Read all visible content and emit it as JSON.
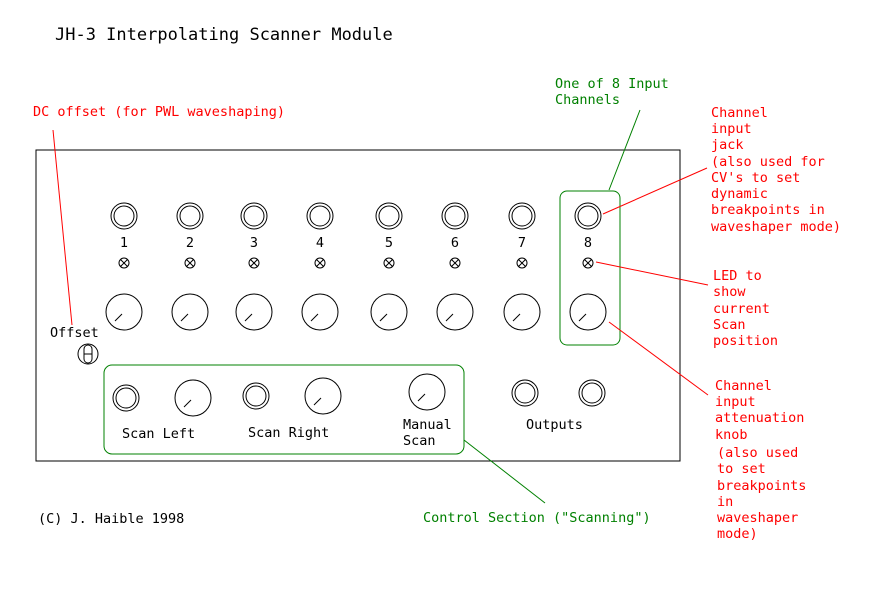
{
  "title": "JH-3 Interpolating Scanner Module",
  "colors": {
    "text": "#000000",
    "callout_red": "#ff0000",
    "callout_green": "#008000",
    "background": "#ffffff"
  },
  "channels": [
    "1",
    "2",
    "3",
    "4",
    "5",
    "6",
    "7",
    "8"
  ],
  "panel_labels": {
    "offset": "Offset",
    "scan_left": "Scan Left",
    "scan_right": "Scan Right",
    "manual_scan": [
      "Manual",
      "Scan"
    ],
    "outputs": "Outputs"
  },
  "annotations": {
    "dc_offset": "DC offset (for PWL waveshaping)",
    "one_of_8": [
      "One of 8 Input",
      "Channels"
    ],
    "channel_input_jack": [
      "Channel",
      "input",
      "jack",
      "(also used for",
      "CV's to set",
      "dynamic",
      "breakpoints in",
      "waveshaper mode)"
    ],
    "led": [
      "LED to",
      "show",
      "current",
      "Scan",
      "position"
    ],
    "attenuation_knob": [
      "Channel",
      "input",
      "attenuation",
      "knob",
      "(also used",
      "to set",
      "breakpoints",
      "in",
      "waveshaper",
      "mode)"
    ],
    "control_section": "Control Section (\"Scanning\")"
  },
  "copyright": "(C) J. Haible 1998"
}
